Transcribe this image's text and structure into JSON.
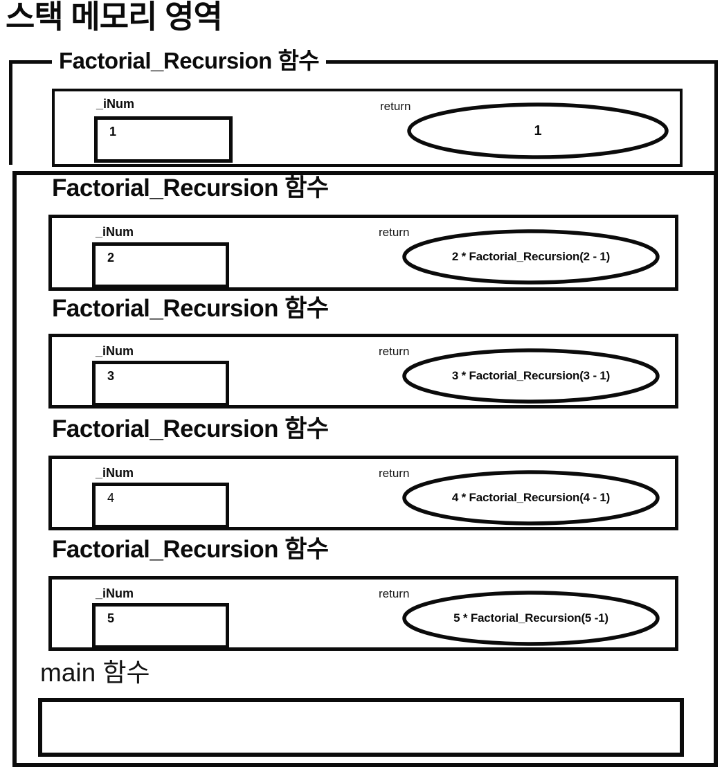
{
  "title": "스택 메모리 영역",
  "labels": {
    "inum": "_iNum",
    "return": "return"
  },
  "top_frame": {
    "heading": "Factorial_Recursion 함수",
    "inum_value": "1",
    "return_value": "1"
  },
  "stack_frames": [
    {
      "heading": "Factorial_Recursion 함수",
      "inum_value": "2",
      "return_value": "2 * Factorial_Recursion(2 - 1)"
    },
    {
      "heading": "Factorial_Recursion 함수",
      "inum_value": "3",
      "return_value": "3 * Factorial_Recursion(3 - 1)"
    },
    {
      "heading": "Factorial_Recursion 함수",
      "inum_value": "4",
      "return_value": "4 * Factorial_Recursion(4 - 1)"
    },
    {
      "heading": "Factorial_Recursion 함수",
      "inum_value": "5",
      "return_value": "5 * Factorial_Recursion(5 -1)"
    }
  ],
  "main_frame": {
    "heading": "main 함수"
  },
  "colors": {
    "ink": "#0b0b0b",
    "background": "#ffffff"
  }
}
